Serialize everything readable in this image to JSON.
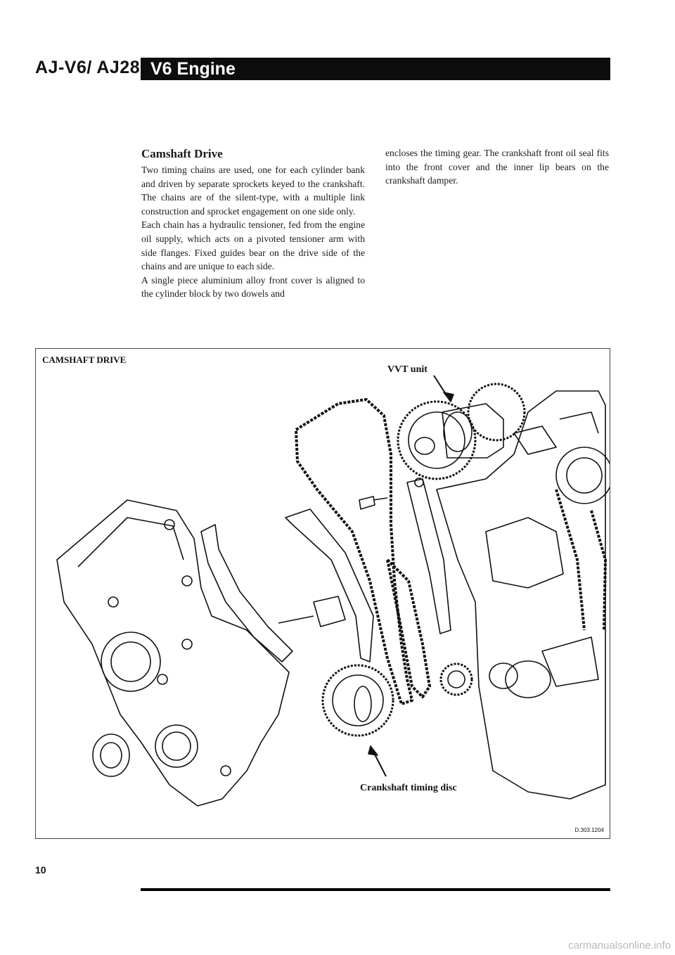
{
  "header": {
    "model": "AJ-V6/ AJ28",
    "title": "V6 Engine"
  },
  "section": {
    "heading": "Camshaft Drive",
    "left_paragraphs": [
      "Two timing chains are used, one for each cylinder bank and driven by separate sprockets keyed to the crankshaft. The chains are of the silent-type, with a multiple link construction and sprocket engagement on one side only.",
      "Each chain has a hydraulic tensioner, fed from the engine oil supply, which acts on a pivoted tensioner arm with side flanges. Fixed guides bear on the drive side of the chains and are unique to each side.",
      "A single piece aluminium alloy front cover is aligned to the cylinder block by two dowels and"
    ],
    "right_paragraphs": [
      "encloses the timing gear. The crankshaft front oil seal fits into the front cover and the inner lip bears on the crankshaft damper."
    ]
  },
  "figure": {
    "caption": "CAMSHAFT DRIVE",
    "callout_vvt": "VVT unit",
    "callout_crank": "Crankshaft timing disc",
    "reference": "D.303.1204"
  },
  "footer": {
    "page_number": "10",
    "watermark": "carmanualsonline.info"
  }
}
